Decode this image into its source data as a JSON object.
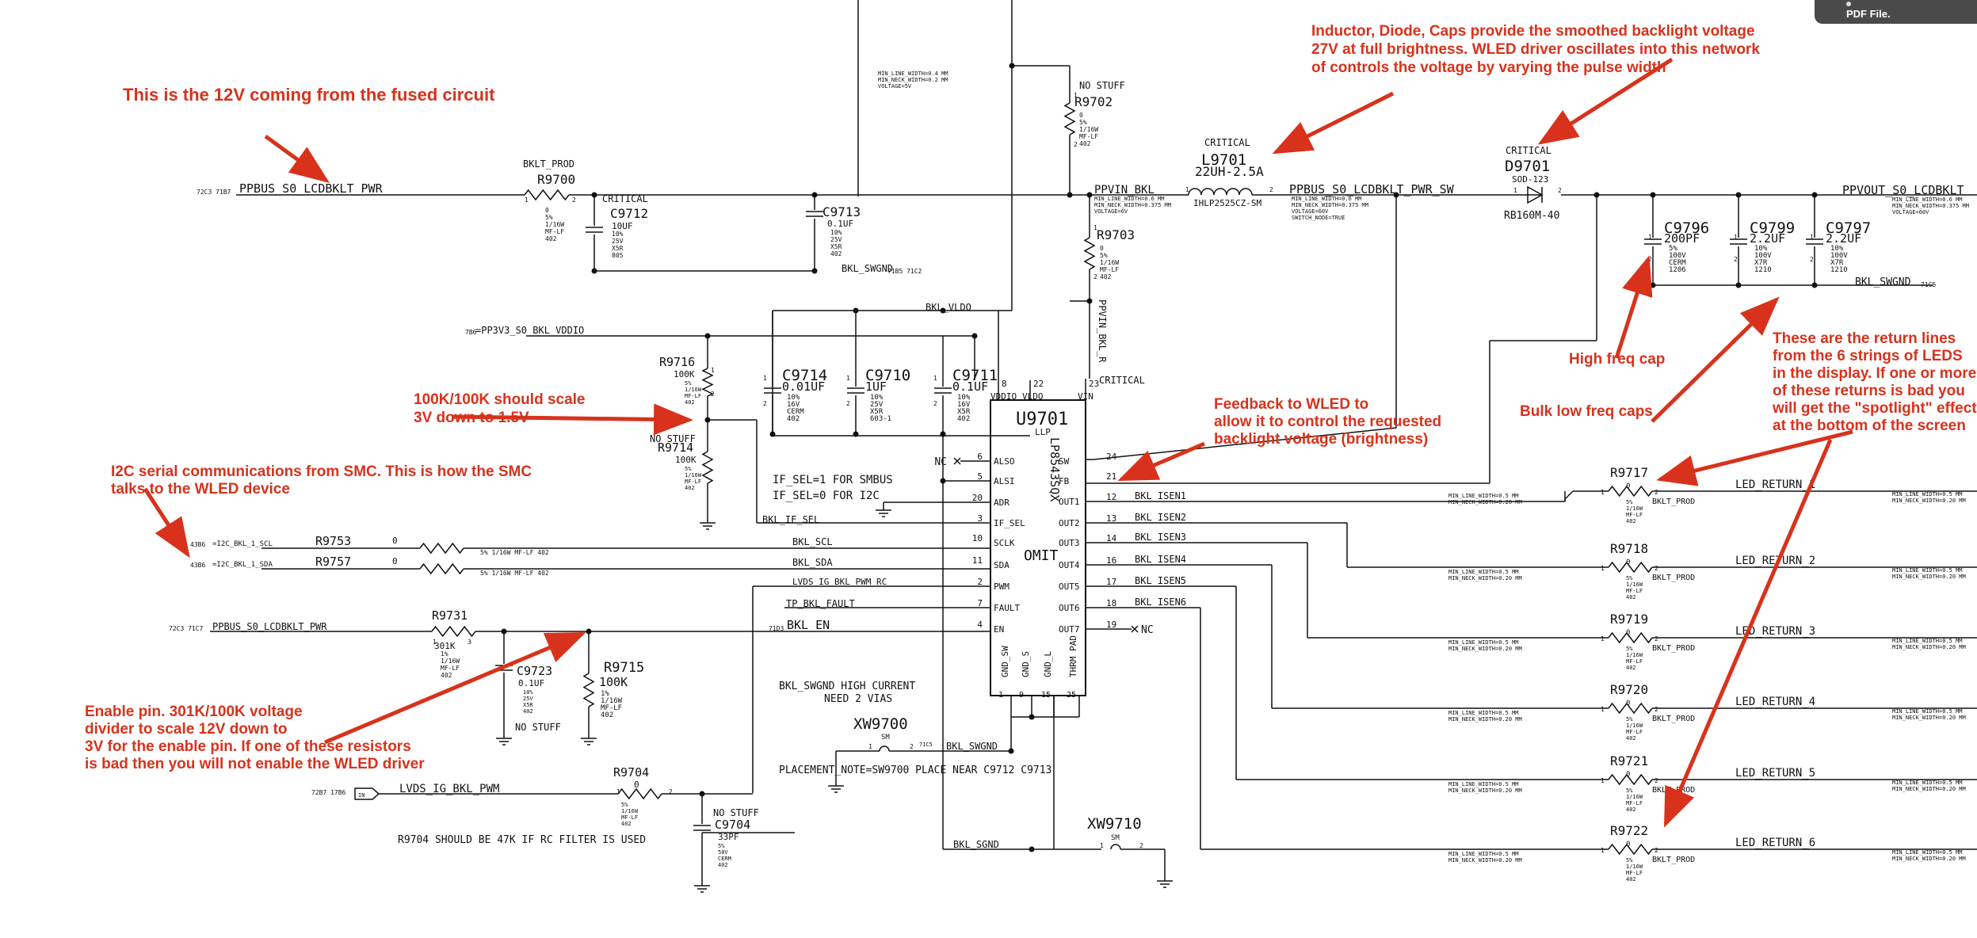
{
  "pdf_badge": "PDF File.",
  "annotations": [
    {
      "key": "a12v",
      "lines": [
        "This is the 12V coming from the fused circuit"
      ]
    },
    {
      "key": "ainductor",
      "lines": [
        "Inductor, Diode, Caps provide the smoothed backlight voltage",
        "27V at full brightness. WLED driver oscillates into this network",
        "of controls the voltage by varying the pulse width"
      ]
    },
    {
      "key": "ascale",
      "lines": [
        "100K/100K should scale",
        "3V down to 1.5V"
      ]
    },
    {
      "key": "ai2c",
      "lines": [
        "I2C serial communications from SMC. This is how the SMC",
        "talks to the WLED device"
      ]
    },
    {
      "key": "afeedback",
      "lines": [
        "Feedback to WLED to",
        "allow it to control the requested",
        "backlight voltage (brightness)"
      ]
    },
    {
      "key": "ahighfreq",
      "lines": [
        "High freq cap"
      ]
    },
    {
      "key": "abulk",
      "lines": [
        "Bulk low freq caps"
      ]
    },
    {
      "key": "areturn",
      "lines": [
        "These are the return lines",
        "from the 6 strings of LEDS",
        "in the display. If one or more",
        "of these returns is bad you",
        "will get the \"spotlight\" effect",
        "at the bottom of the screen"
      ]
    },
    {
      "key": "aenable",
      "lines": [
        "Enable pin. 301K/100K voltage",
        "divider to scale 12V down to",
        "3V for the enable pin. If one of these resistors",
        "is bad then you will not enable the WLED driver"
      ]
    }
  ],
  "ic": {
    "ref": "U9701",
    "part": "LP8543SQX",
    "package": "LLP",
    "omit": "OMIT",
    "critical": "CRITICAL",
    "top_pins": [
      {
        "name": "VDDIO",
        "num": "8"
      },
      {
        "name": "VLDO",
        "num": "22"
      },
      {
        "name": "VIN",
        "num": "23"
      }
    ],
    "left_pins": [
      {
        "name": "ALSO",
        "num": "6"
      },
      {
        "name": "ALSI",
        "num": "5"
      },
      {
        "name": "ADR",
        "num": "20"
      },
      {
        "name": "IF_SEL",
        "num": "3"
      },
      {
        "name": "SCLK",
        "num": "10"
      },
      {
        "name": "SDA",
        "num": "11"
      },
      {
        "name": "PWM",
        "num": "2"
      },
      {
        "name": "FAULT",
        "num": "7"
      },
      {
        "name": "EN",
        "num": "4"
      }
    ],
    "right_pins": [
      {
        "name": "SW",
        "num": "24"
      },
      {
        "name": "FB",
        "num": "21"
      },
      {
        "name": "OUT1",
        "num": "12"
      },
      {
        "name": "OUT2",
        "num": "13"
      },
      {
        "name": "OUT3",
        "num": "14"
      },
      {
        "name": "OUT4",
        "num": "16"
      },
      {
        "name": "OUT5",
        "num": "17"
      },
      {
        "name": "OUT6",
        "num": "18"
      },
      {
        "name": "OUT7",
        "num": "19"
      }
    ],
    "bottom_pins": [
      {
        "name": "GND_SW",
        "num": "1"
      },
      {
        "name": "GND_S",
        "num": "9"
      },
      {
        "name": "GND_L",
        "num": "15"
      },
      {
        "name": "THRM PAD",
        "num": "25"
      }
    ]
  },
  "nets": {
    "ppbus_in": "PPBUS_S0_LCDBKLT_PWR",
    "ppbus_in_ref": "72C3 71B7",
    "ppbus_en": "PPBUS_S0_LCDBKLT_PWR",
    "ppbus_en_ref": "72C3 71C7",
    "ppvin": "PPVIN_BKL",
    "ppvin_r": "PPVIN_BKL_R",
    "ppbus_sw": "PPBUS_S0_LCDBKLT_PWR_SW",
    "ppvout": "PPVOUT_S0_LCDBKLT",
    "bkl_swgnd": "BKL_SWGND",
    "bkl_swgnd_ref": "71B5 71C2",
    "bkl_swgnd_ref2": "71C5",
    "bkl_vldo": "BKL_VLDO",
    "pp3v3": "=PP3V3_S0_BKL_VDDIO",
    "pp3v3_ref": "7B6",
    "bkl_if_sel": "BKL_IF_SEL",
    "bkl_scl": "BKL_SCL",
    "bkl_sda": "BKL_SDA",
    "scl_in": "=I2C_BKL_1_SCL",
    "scl_ref": "43B6",
    "sda_in": "=I2C_BKL_1_SDA",
    "sda_ref": "43B6",
    "lvds_pwm_rc": "LVDS_IG_BKL_PWM_RC",
    "fault": "TP_BKL_FAULT",
    "bkl_en": "BKL_EN",
    "bkl_en_ref": "71D3",
    "lvds_pwm": "LVDS_IG_BKL_PWM",
    "lvds_pwm_ref": "72B7 17B6",
    "bkl_sgnd": "BKL_SGND",
    "isen": [
      "BKL_ISEN1",
      "BKL_ISEN2",
      "BKL_ISEN3",
      "BKL_ISEN4",
      "BKL_ISEN5",
      "BKL_ISEN6"
    ],
    "led_return": [
      "LED_RETURN_1",
      "LED_RETURN_2",
      "LED_RETURN_3",
      "LED_RETURN_4",
      "LED_RETURN_5",
      "LED_RETURN_6"
    ],
    "nc": "NC"
  },
  "line_width_notes": {
    "vldo_min": "MIN_LINE_WIDTH=0.4 MM",
    "vldo_neck": "MIN_NECK_WIDTH=0.2 MM",
    "vldo_volt": "VOLTAGE=5V",
    "ppvin_min": "MIN_LINE_WIDTH=0.6 MM",
    "ppvin_neck": "MIN_NECK_WIDTH=0.375 MM",
    "ppvin_volt": "VOLTAGE=6V",
    "sw_min": "MIN_LINE_WIDTH=0.6 MM",
    "sw_neck": "MIN_NECK_WIDTH=0.375 MM",
    "sw_volt": "VOLTAGE=60V",
    "sw_node": "SWITCH_NODE=TRUE",
    "out_min": "MIN_LINE_WIDTH=0.6 MM",
    "out_neck": "MIN_NECK_WIDTH=0.375 MM",
    "out_volt": "VOLTAGE=60V",
    "isen_min": "MIN_LINE_WIDTH=0.5 MM",
    "isen_neck": "MIN_NECK_WIDTH=0.20 MM"
  },
  "comp": {
    "r9700": {
      "ref": "R9700",
      "top": "BKLT_PROD",
      "specs": [
        "0",
        "5%",
        "1/16W",
        "MF-LF",
        "402"
      ]
    },
    "c9712": {
      "ref": "C9712",
      "top": "CRITICAL",
      "val": "10UF",
      "specs": [
        "10%",
        "25V",
        "X5R",
        "805"
      ]
    },
    "c9713": {
      "ref": "C9713",
      "val": "0.1UF",
      "specs": [
        "10%",
        "25V",
        "X5R",
        "402"
      ]
    },
    "r9702": {
      "ref": "R9702",
      "top": "NO STUFF",
      "specs": [
        "0",
        "5%",
        "1/16W",
        "MF-LF",
        "402"
      ]
    },
    "r9703": {
      "ref": "R9703",
      "specs": [
        "0",
        "5%",
        "1/16W",
        "MF-LF",
        "402"
      ]
    },
    "l9701": {
      "ref": "L9701",
      "top": "CRITICAL",
      "val": "22UH-2.5A",
      "part": "IHLP2525CZ-SM"
    },
    "d9701": {
      "ref": "D9701",
      "top": "CRITICAL",
      "pkg": "SOD-123",
      "part": "RB160M-40"
    },
    "c9796": {
      "ref": "C9796",
      "val": "200PF",
      "specs": [
        "5%",
        "100V",
        "CERM",
        "1206"
      ]
    },
    "c9799": {
      "ref": "C9799",
      "val": "2.2UF",
      "specs": [
        "10%",
        "100V",
        "X7R",
        "1210"
      ]
    },
    "c9797": {
      "ref": "C9797",
      "val": "2.2UF",
      "specs": [
        "10%",
        "100V",
        "X7R",
        "1210"
      ]
    },
    "c9714": {
      "ref": "C9714",
      "val": "0.01UF",
      "specs": [
        "10%",
        "16V",
        "CERM",
        "402"
      ]
    },
    "c9710": {
      "ref": "C9710",
      "val": "1UF",
      "specs": [
        "10%",
        "25V",
        "X5R",
        "603-1"
      ]
    },
    "c9711": {
      "ref": "C9711",
      "val": "0.1UF",
      "specs": [
        "10%",
        "16V",
        "X5R",
        "402"
      ]
    },
    "r9716": {
      "ref": "R9716",
      "val": "100K",
      "specs": [
        "5%",
        "1/16W",
        "MF-LF",
        "402"
      ]
    },
    "r9714": {
      "ref": "R9714",
      "top": "NO STUFF",
      "val": "100K",
      "specs": [
        "5%",
        "1/16W",
        "MF-LF",
        "402"
      ]
    },
    "r9753": {
      "ref": "R9753",
      "val": "0",
      "tail": "5%   1/16W   MF-LF   402"
    },
    "r9757": {
      "ref": "R9757",
      "val": "0",
      "tail": "5%   1/16W   MF-LF   402"
    },
    "r9731": {
      "ref": "R9731",
      "val": "301K",
      "specs": [
        "1%",
        "1/16W",
        "MF-LF",
        "402"
      ]
    },
    "c9723": {
      "ref": "C9723",
      "val": "0.1UF",
      "specs": [
        "10%",
        "25V",
        "X5R",
        "402"
      ],
      "note": "NO STUFF"
    },
    "r9715": {
      "ref": "R9715",
      "val": "100K",
      "specs": [
        "1%",
        "1/16W",
        "MF-LF",
        "402"
      ]
    },
    "r9704": {
      "ref": "R9704",
      "val": "0",
      "specs": [
        "5%",
        "1/16W",
        "MF-LF",
        "402"
      ]
    },
    "c9704": {
      "ref": "C9704",
      "top": "NO STUFF",
      "val": "33PF",
      "specs": [
        "5%",
        "50V",
        "CERM",
        "402"
      ]
    },
    "xw9700": {
      "ref": "XW9700",
      "sub": "SM",
      "pins": "1   2"
    },
    "xw9710": {
      "ref": "XW9710",
      "sub": "SM",
      "pins": "1   2"
    },
    "rleds": [
      {
        "ref": "R9717",
        "tag": "BKLT_PROD"
      },
      {
        "ref": "R9718",
        "tag": "BKLT_PROD"
      },
      {
        "ref": "R9719",
        "tag": "BKLT_PROD"
      },
      {
        "ref": "R9720",
        "tag": "BKLT_PROD"
      },
      {
        "ref": "R9721",
        "tag": "BKLT_PROD"
      },
      {
        "ref": "R9722",
        "tag": "BKLT_PROD"
      }
    ],
    "rled_specs": [
      "0",
      "5%",
      "1/16W",
      "MF-LF",
      "402"
    ]
  },
  "notes": {
    "if_sel_1": "IF_SEL=1 FOR SMBUS",
    "if_sel_0": "IF_SEL=0 FOR I2C",
    "hc1": "BKL_SWGND HIGH CURRENT",
    "hc2": "NEED 2 VIAS",
    "placement": "PLACEMENT_NOTE=SW9700 PLACE NEAR C9712 C9713",
    "r9704_note": "R9704 SHOULD BE 47K IF RC FILTER IS USED",
    "xw9700_ref": "71C5"
  }
}
